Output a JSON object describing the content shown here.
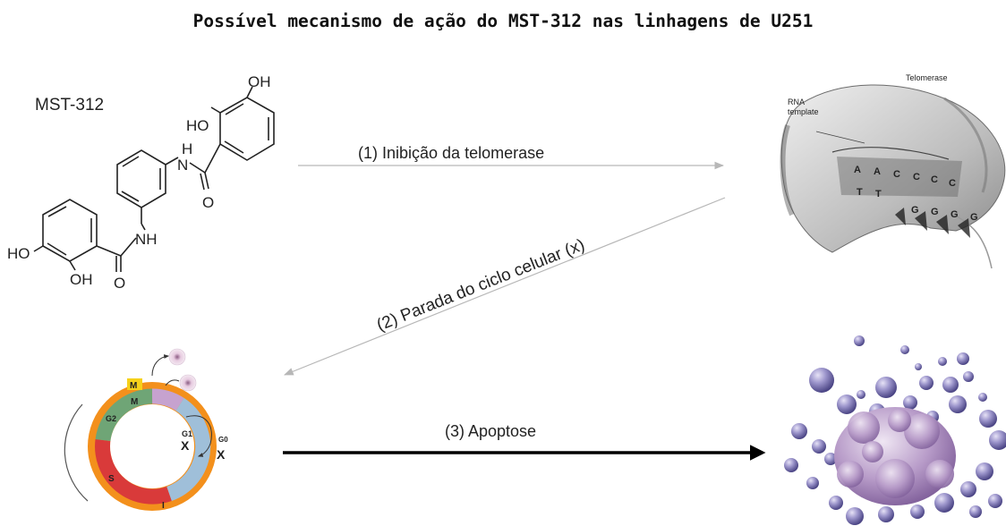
{
  "title": "Possível mecanismo de ação do MST-312 nas linhagens de U251",
  "compound": {
    "name": "MST-312",
    "atoms": {
      "oh_top": "OH",
      "ho_mid": "HO",
      "h": "H",
      "n": "N",
      "o": "O",
      "nh": "NH",
      "ho_left": "HO",
      "oh_bottom": "OH",
      "o_bottom": "O"
    }
  },
  "steps": [
    {
      "label": "(1) Inibição da telomerase"
    },
    {
      "label": "(2) Parada do ciclo celular (x)"
    },
    {
      "label": "(3) Apoptose"
    }
  ],
  "telomerase": {
    "title": "Telomerase",
    "template_line1": "RNA",
    "template_line2": "template",
    "bases_top": [
      "A",
      "A",
      "C",
      "C",
      "C",
      "C"
    ],
    "bases_bottom": [
      "T",
      "T",
      "G",
      "G",
      "G",
      "G"
    ]
  },
  "cell_cycle": {
    "phases": {
      "m": "M",
      "g2": "G2",
      "s": "S",
      "g1": "G1",
      "g0": "G0",
      "i": "I"
    },
    "block_mark": "X"
  },
  "colors": {
    "arrow_light": "#b7b7b7",
    "arrow_dark": "#000000",
    "ring_outer": "#f3901c",
    "g1": "#9fbfd9",
    "s": "#d93a3a",
    "g2": "#6fa576",
    "m": "#c6a2cf",
    "m_outer": "#f6d11a",
    "blob": "#8f88c2"
  }
}
